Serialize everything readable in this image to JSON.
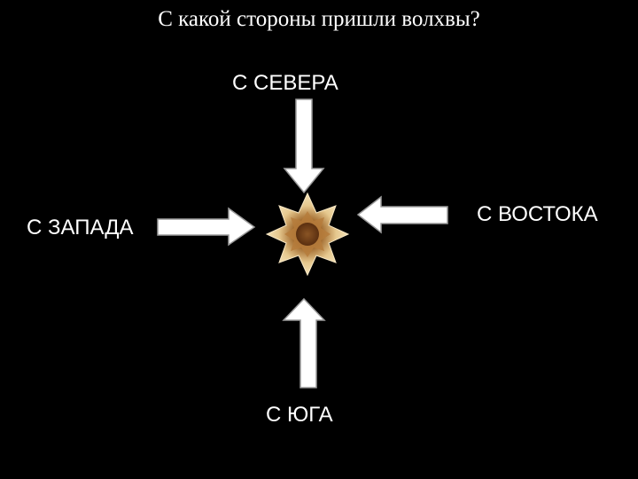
{
  "title": "С какой стороны пришли волхвы?",
  "directions": {
    "north": "С СЕВЕРА",
    "west": "С ЗАПАДА",
    "east": "С ВОСТОКА",
    "south": "С ЮГА"
  },
  "colors": {
    "background": "#000000",
    "text": "#ffffff",
    "arrow_fill": "#ffffff",
    "arrow_stroke": "#9a9a9a",
    "star_outer": "#e8c98c",
    "star_inner": "#7a4a1c"
  },
  "icons": {
    "star": "eight-pointed-star-icon"
  }
}
